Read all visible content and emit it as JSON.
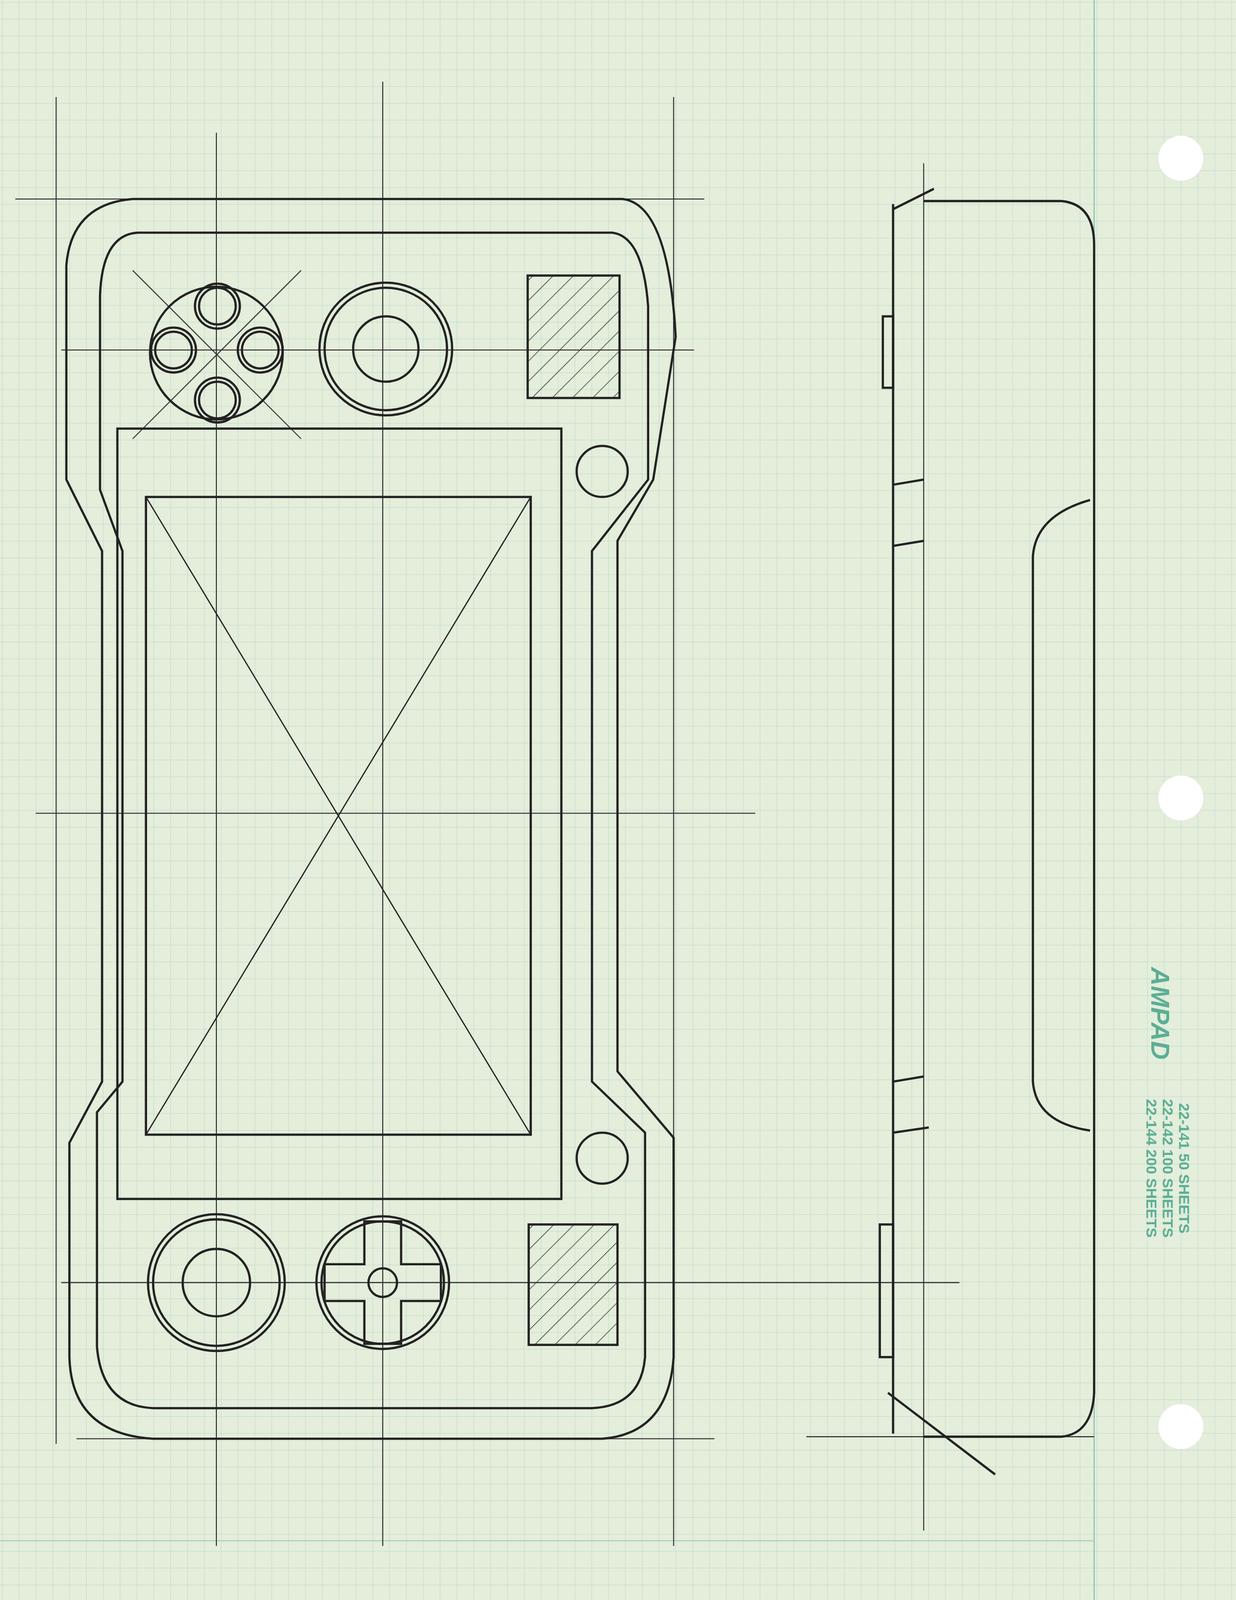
{
  "diagram": {
    "labels": [
      "AMPAD",
      "22-141 50 SHEETS",
      "22-142 100 SHEETS",
      "22-144 200 SHEETS"
    ]
  }
}
